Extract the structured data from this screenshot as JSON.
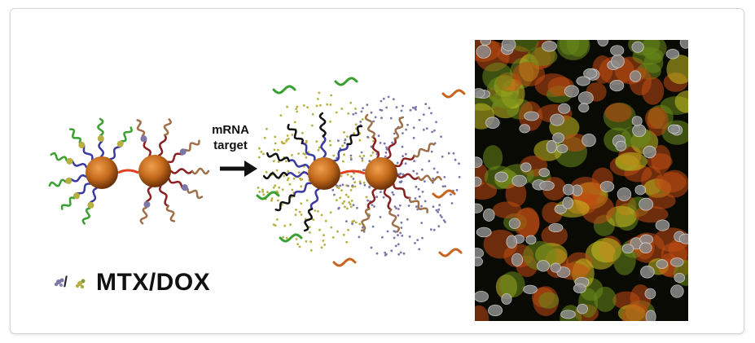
{
  "diagram": {
    "arrow_label_line1": "mRNA",
    "arrow_label_line2": "target",
    "legend_text": "MTX/DOX",
    "legend_separator": "/"
  },
  "colors": {
    "nanoparticle": "#c46a1c",
    "strand_blue": "#3a3aa0",
    "strand_darkred": "#8a2020",
    "strand_black": "#111111",
    "strand_green": "#3aa030",
    "strand_orange": "#c8641e",
    "strand_tan": "#a0704a",
    "linker": "#e04020",
    "drug_mtx": "#7a78a8",
    "drug_dox": "#b8b040",
    "micrograph_bg": "#0a0a05"
  },
  "icons": {
    "arrow": "right-arrow-icon",
    "mtx_molecule": "mtx-molecule-icon",
    "dox_molecule": "dox-molecule-icon"
  }
}
